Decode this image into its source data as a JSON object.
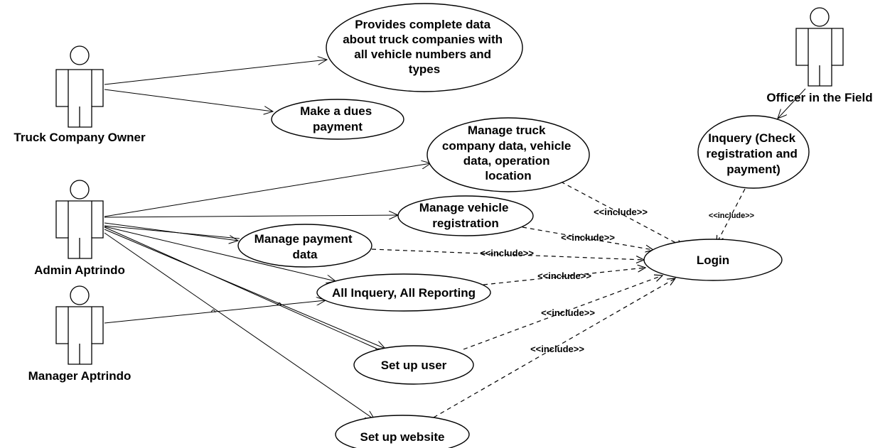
{
  "actors": {
    "truck_owner": "Truck Company Owner",
    "admin": "Admin Aptrindo",
    "manager": "Manager Aptrindo",
    "officer": "Officer in the Field"
  },
  "usecases": {
    "provides": [
      "Provides complete data",
      "about truck companies with",
      "all vehicle numbers and",
      "types"
    ],
    "dues": [
      "Make a dues",
      "payment"
    ],
    "manage_truck": [
      "Manage truck",
      "company data, vehicle",
      "data, operation",
      "location"
    ],
    "manage_vehicle": [
      "Manage vehicle",
      "registration"
    ],
    "manage_payment": [
      "Manage payment",
      "data"
    ],
    "inquery_all": [
      "All Inquery, All Reporting"
    ],
    "setup_user": [
      "Set up user"
    ],
    "setup_website": [
      "Set up website"
    ],
    "login": [
      "Login"
    ],
    "inquery_check": [
      "Inquery (Check",
      "registration and",
      "payment)"
    ]
  },
  "include_label": "<<include>>",
  "colors": {
    "stroke": "#000000",
    "fill": "#ffffff"
  }
}
